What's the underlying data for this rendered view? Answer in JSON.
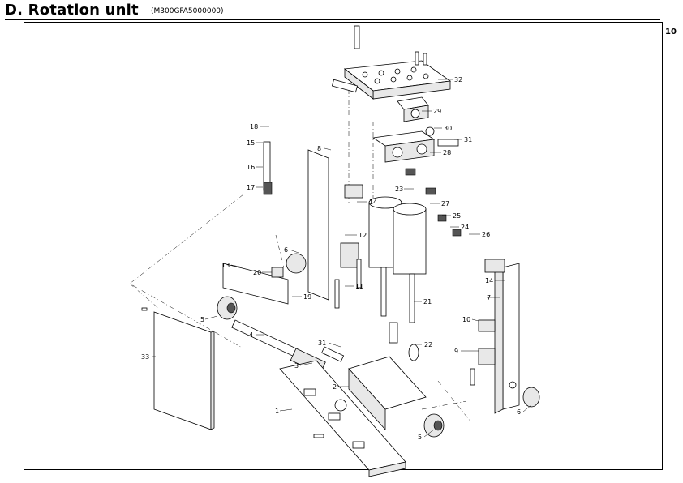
{
  "header": {
    "title": "D. Rotation unit",
    "model": "(M300GFA5000000)",
    "page_number": "10"
  },
  "callouts": {
    "c32": "32",
    "c29": "29",
    "c30": "30",
    "c31a": "31",
    "c28": "28",
    "c18": "18",
    "c15": "15",
    "c16": "16",
    "c17": "17",
    "c8": "8",
    "c14a": "14",
    "c23": "23",
    "c27": "27",
    "c25": "25",
    "c24": "24",
    "c26": "26",
    "c12": "12",
    "c6a": "6",
    "c13": "13",
    "c20": "20",
    "c11": "11",
    "c19": "19",
    "c14b": "14",
    "c7": "7",
    "c21": "21",
    "c5a": "5",
    "c4": "4",
    "c10": "10",
    "c31b": "31",
    "c22": "22",
    "c9": "9",
    "c3": "3",
    "c33": "33",
    "c2": "2",
    "c1": "1",
    "c5b": "5",
    "c6b": "6"
  }
}
